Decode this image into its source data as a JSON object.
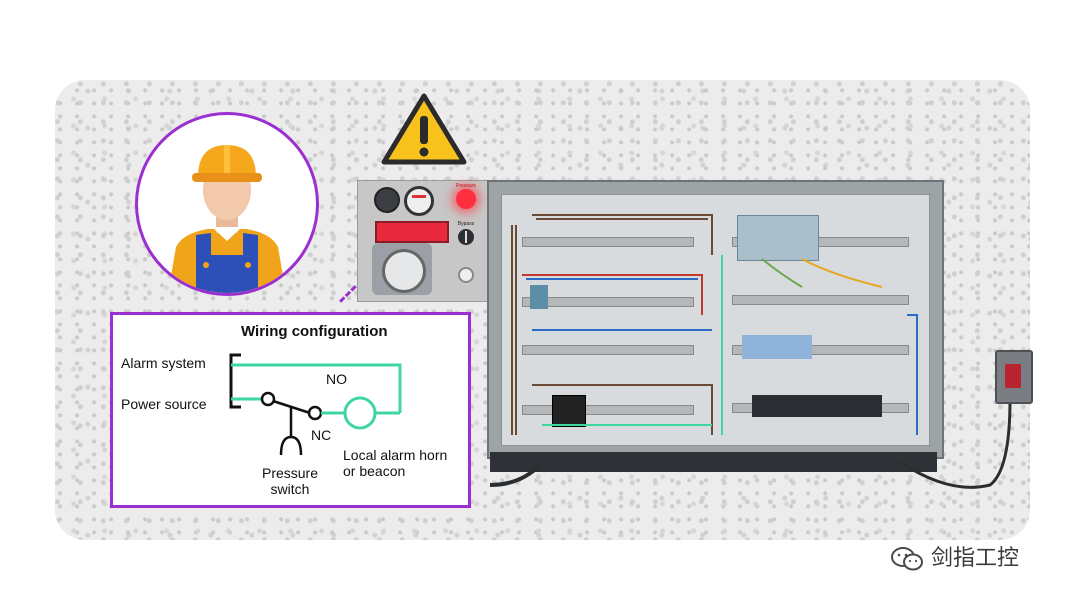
{
  "colors": {
    "accent": "#9b2fd0",
    "wire_green": "#3fd7a0",
    "warning_yellow": "#f6c21b",
    "alarm_red": "#e8283c"
  },
  "icons": {
    "warning": "warning-triangle-icon",
    "worker": "worker-hard-hat-icon",
    "wechat": "wechat-icon"
  },
  "wiring": {
    "title": "Wiring configuration",
    "alarm_system": "Alarm system",
    "power_source": "Power source",
    "no": "NO",
    "nc": "NC",
    "pressure_switch_line1": "Pressure",
    "pressure_switch_line2": "switch",
    "horn_line1": "Local alarm horn",
    "horn_line2": "or beacon"
  },
  "control_panel": {
    "gauge_label": "",
    "pressure_label": "Pressure",
    "bypass_label": "Bypass"
  },
  "watermark": "剑指工控"
}
